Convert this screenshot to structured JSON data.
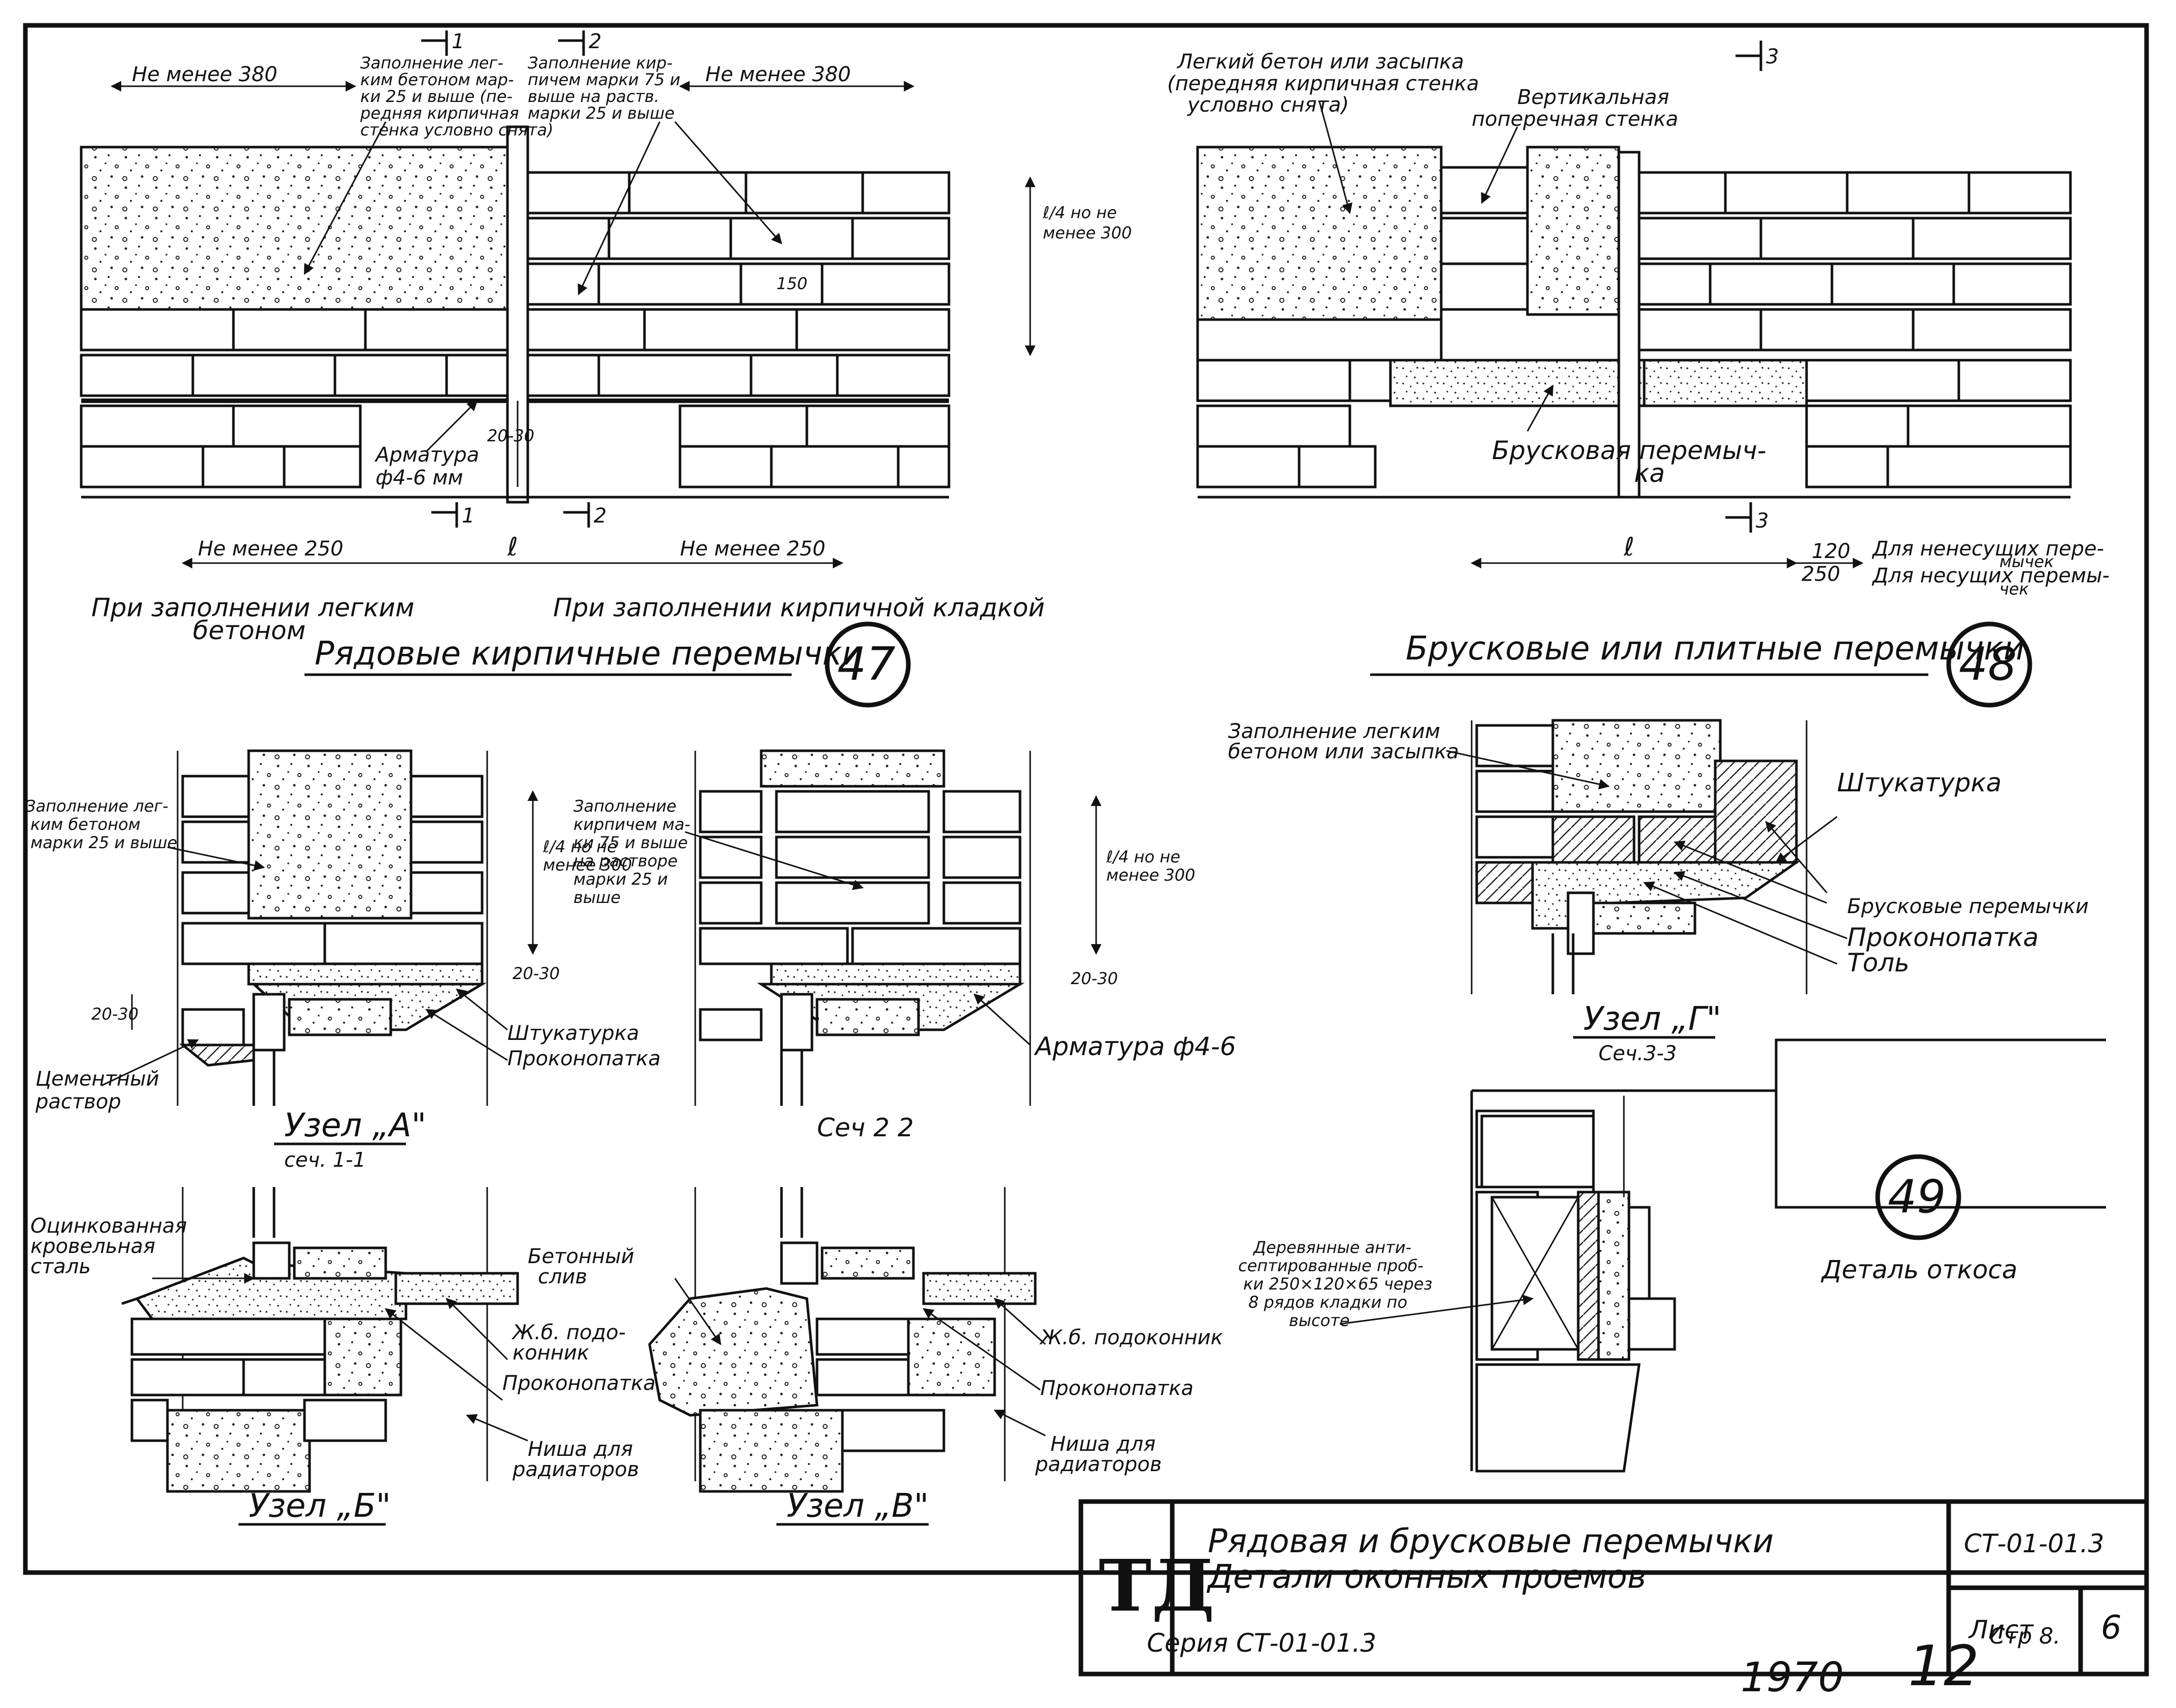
{
  "sheet": {
    "title_line1": "Рядовая и брусковые перемычки",
    "title_line2": "Детали оконных проемов",
    "logo": "ТД",
    "code": "СТ-01-01.3",
    "list_label": "Лист",
    "list_number": "6",
    "series": "Серия   СТ-01-01.3",
    "page": "Стр 8.",
    "year": "1970",
    "number": "12"
  },
  "section47": {
    "number": "47",
    "title": "Рядовые кирпичные перемычки",
    "caption_left_1": "При заполнении легким",
    "caption_left_2": "бетоном",
    "caption_right": "При заполнении кирпичной кладкой",
    "dim_top_left": "Не менее 380",
    "dim_top_right": "Не менее 380",
    "dim_bottom_left": "Не менее 250",
    "dim_bottom_right": "Не менее 250",
    "span_label": "ℓ",
    "dim_150": "150",
    "dim_height_1": "ℓ/4 но не",
    "dim_height_2": "менее 300",
    "dim_2030": "20-30",
    "fill_left_1": "Заполнение лег-",
    "fill_left_2": "ким бетоном мар-",
    "fill_left_3": "ки 25 и выше (пе-",
    "fill_left_4": "редняя кирпичная",
    "fill_left_5": "стенка условно снята)",
    "fill_right_1": "Заполнение кир-",
    "fill_right_2": "пичем марки 75 и",
    "fill_right_3": "выше на раств.",
    "fill_right_4": "марки 25 и выше",
    "rebar_1": "Арматура",
    "rebar_2": "ф4-6 мм",
    "cut1": "1",
    "cut2": "2"
  },
  "section48": {
    "number": "48",
    "title": "Брусковые или плитные перемычки",
    "light_1": "Легкий бетон или засыпка",
    "light_2": "(передняя кирпичная стенка",
    "light_3": "условно снята)",
    "vert_1": "Вертикальная",
    "vert_2": "поперечная стенка",
    "beam_1": "Брусковая перемыч-",
    "beam_2": "ка",
    "span_label": "ℓ",
    "dim_120": "120",
    "dim_250": "250",
    "note_120_1": "Для ненесущих пере-",
    "note_120_2": "мычек",
    "note_250_1": "Для несущих перемы-",
    "note_250_2": "чек",
    "cut3": "3"
  },
  "nodeA": {
    "title": "Узел „А\"",
    "sub": "сеч. 1-1",
    "fill_1": "Заполнение лег-",
    "fill_2": "ким бетоном",
    "fill_3": "марки 25 и выше",
    "dim_1": "ℓ/4 но не",
    "dim_2": "менее 300",
    "dim_2030": "20-30",
    "dim_30": "20-30",
    "cement_1": "Цементный",
    "cement_2": "раствор",
    "plaster": "Штукатурка",
    "caulk": "Проконопатка"
  },
  "section22": {
    "title": "Сеч 2 2",
    "fill_1": "Заполнение",
    "fill_2": "кирпичем ма-",
    "fill_3": "ки 75 и выше",
    "fill_4": "на растворе",
    "fill_5": "марки 25 и",
    "fill_6": "выше",
    "dim_1": "ℓ/4 но не",
    "dim_2": "менее 300",
    "dim_2030": "20-30",
    "rebar": "Арматура ф4-6"
  },
  "nodeG": {
    "title": "Узел „Г\"",
    "sub": "Сеч.3-3",
    "fill_1": "Заполнение легким",
    "fill_2": "бетоном или засыпка",
    "plaster": "Штукатурка",
    "beams": "Брусковые перемычки",
    "caulk": "Проконопатка",
    "tol": "Толь"
  },
  "nodeB": {
    "title": "Узел „Б\"",
    "steel_1": "Оцинкованная",
    "steel_2": "кровельная",
    "steel_3": "сталь",
    "sill_1": "Ж.б. подо-",
    "sill_2": "конник",
    "caulk": "Проконопатка",
    "niche_1": "Ниша для",
    "niche_2": "радиаторов"
  },
  "nodeV": {
    "title": "Узел „В\"",
    "drip_1": "Бетонный",
    "drip_2": "слив",
    "sill": "Ж.б. подоконник",
    "caulk": "Проконопатка",
    "niche_1": "Ниша для",
    "niche_2": "радиаторов"
  },
  "section49": {
    "number": "49",
    "title": "Деталь откоса",
    "plug_1": "Деревянные анти-",
    "plug_2": "септированные проб-",
    "plug_3": "ки 250×120×65 через",
    "plug_4": "8 рядов кладки по",
    "plug_5": "высоте"
  }
}
